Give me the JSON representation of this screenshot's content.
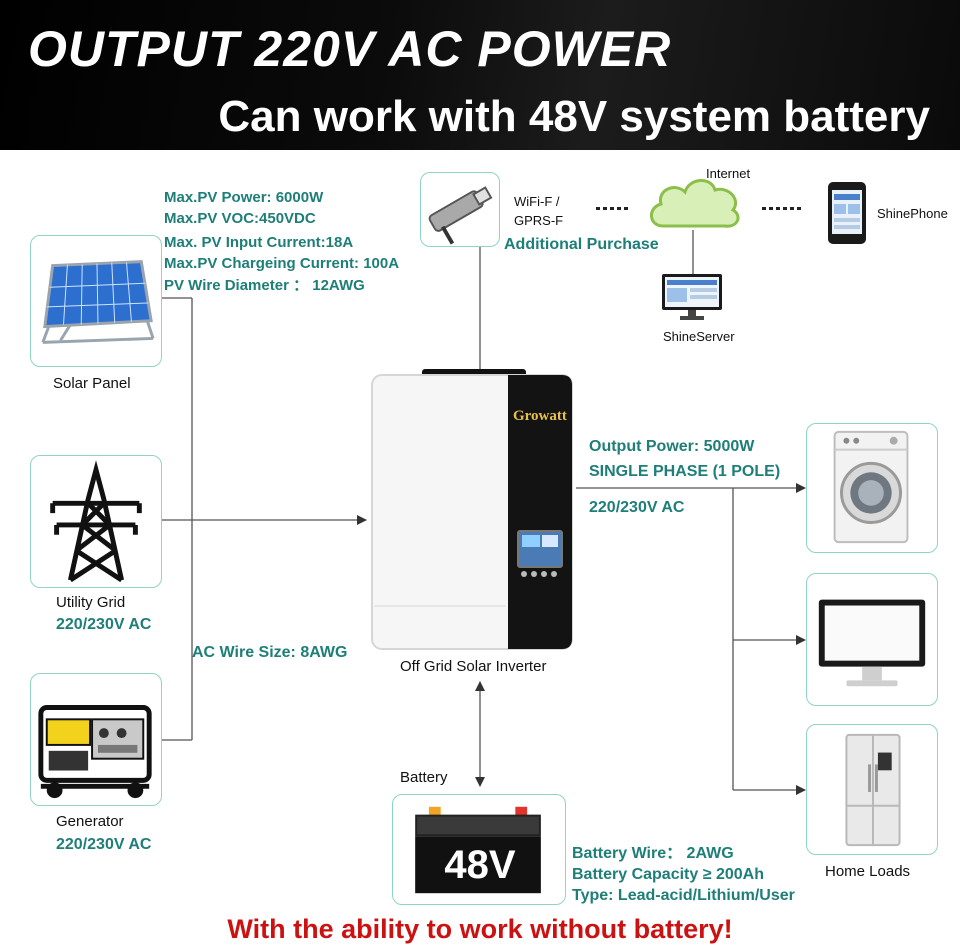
{
  "banner": {
    "title": "OUTPUT 220V AC POWER",
    "subtitle": "Can work with 48V system battery"
  },
  "pv_specs": [
    "Max.PV Power: 6000W",
    "Max.PV VOC:450VDC",
    "Max. PV Input Current:18A",
    "Max.PV Chargeing Current: 100A",
    "PV Wire Diameter ： 12AWG"
  ],
  "sources": {
    "solar_panel": "Solar Panel",
    "utility_grid": "Utility Grid",
    "utility_grid_voltage": "220/230V AC",
    "generator": "Generator",
    "generator_voltage": "220/230V AC",
    "ac_wire_size": "AC Wire Size: 8AWG"
  },
  "monitoring": {
    "wifi_line1": "WiFi-F /",
    "wifi_line2": "GPRS-F",
    "additional_purchase": "Additional Purchase",
    "internet": "Internet",
    "shinephone": "ShinePhone",
    "shineserver": "ShineServer"
  },
  "inverter": {
    "brand": "Growatt",
    "label": "Off Grid Solar Inverter"
  },
  "output": {
    "power": "Output Power: 5000W",
    "phase": "SINGLE PHASE (1 POLE)",
    "voltage": "220/230V AC",
    "home_loads": "Home Loads"
  },
  "battery": {
    "label": "Battery",
    "voltage_badge": "48V",
    "wire": "Battery Wire：  2AWG",
    "capacity": "Battery Capacity ≥ 200Ah",
    "type": "Type: Lead-acid/Lithium/User"
  },
  "footer": "With the ability to work without battery!",
  "colors": {
    "spec_text": "#1e7e78",
    "footer_text": "#cc1111",
    "box_border": "#8fd4c4"
  }
}
